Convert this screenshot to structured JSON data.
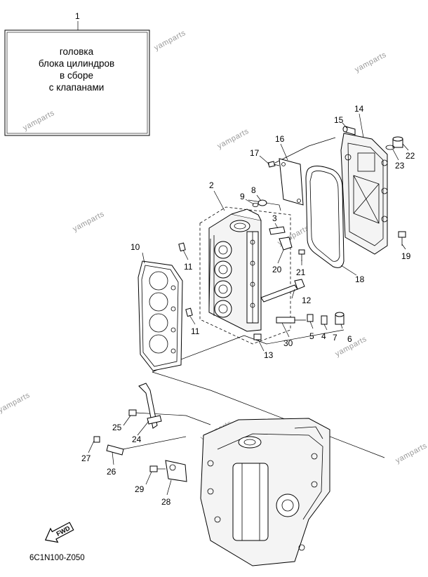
{
  "callouts": {
    "c1": "1",
    "c2": "2",
    "c3": "3",
    "c4": "4",
    "c5": "5",
    "c6": "6",
    "c7": "7",
    "c8": "8",
    "c9": "9",
    "c10": "10",
    "c11a": "11",
    "c11b": "11",
    "c12": "12",
    "c13": "13",
    "c14": "14",
    "c15": "15",
    "c16": "16",
    "c17": "17",
    "c18": "18",
    "c19": "19",
    "c20": "20",
    "c21": "21",
    "c22": "22",
    "c23": "23",
    "c24": "24",
    "c25": "25",
    "c26": "26",
    "c27": "27",
    "c28": "28",
    "c29": "29",
    "c30": "30"
  },
  "assembly_box": {
    "line1": "головка",
    "line2": "блока цилиндров",
    "line3": "в сборе",
    "line4": "с клапанами"
  },
  "watermark": "yamparts",
  "fwd_label": "FWD",
  "diagram_code": "6C1N100-Z050"
}
